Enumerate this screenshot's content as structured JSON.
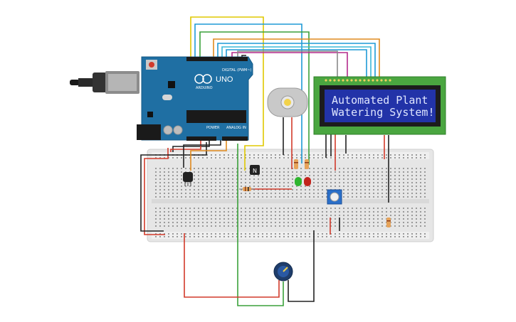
{
  "lcd": {
    "line1": "Automated Plant",
    "line2": "Watering System!"
  },
  "arduino": {
    "brand": "ARDUINO",
    "model": "UNO",
    "digital_label": "DIGITAL (PWM~)",
    "power_label": "POWER",
    "analog_label": "ANALOG IN"
  },
  "transistor": {
    "label": "N"
  },
  "colors": {
    "board": "#1f6fa3",
    "breadboard": "#e7e7e7",
    "lcd_bezel": "#4aa640",
    "lcd_screen": "#2233a8",
    "wire_red": "#d23a2a",
    "wire_black": "#222222",
    "wire_green": "#3aa13a",
    "wire_yellow": "#e0c800",
    "wire_blue": "#1f9ad6",
    "wire_orange": "#e08a1e",
    "wire_magenta": "#b42a8c",
    "wire_gray": "#8a8a8a"
  }
}
